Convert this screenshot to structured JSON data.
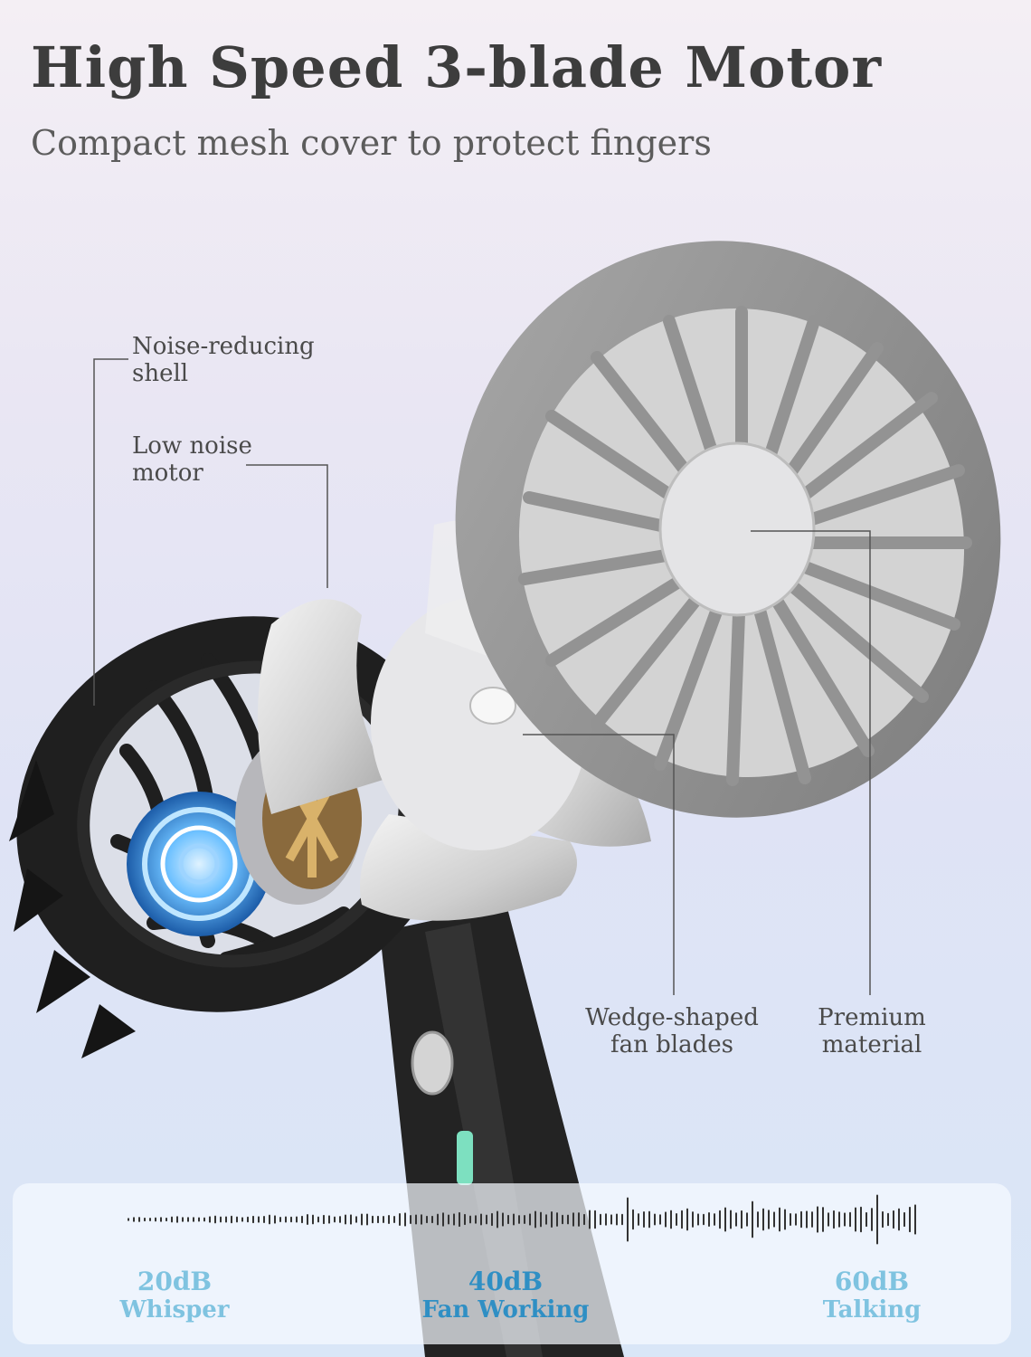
{
  "header": {
    "title": "High Speed 3-blade Motor",
    "subtitle": "Compact mesh cover to protect fingers"
  },
  "callouts": {
    "shell": [
      "Noise-reducing",
      "shell"
    ],
    "motor": [
      "Low noise",
      "motor"
    ],
    "blades": [
      "Wedge-shaped",
      "fan blades"
    ],
    "material": [
      "Premium",
      "material"
    ]
  },
  "noise_levels": [
    {
      "db": "20dB",
      "name": "Whisper",
      "color": "#7fc3e0"
    },
    {
      "db": "40dB",
      "name": "Fan Working",
      "color": "#2f8fc4"
    },
    {
      "db": "60dB",
      "name": "Talking",
      "color": "#7fc3e0"
    }
  ],
  "colors": {
    "fan_body": "#262626",
    "fan_cover": "#8f8f8f",
    "motor_glow": "#3a8fe0",
    "indicator_light": "#7de0c0"
  }
}
